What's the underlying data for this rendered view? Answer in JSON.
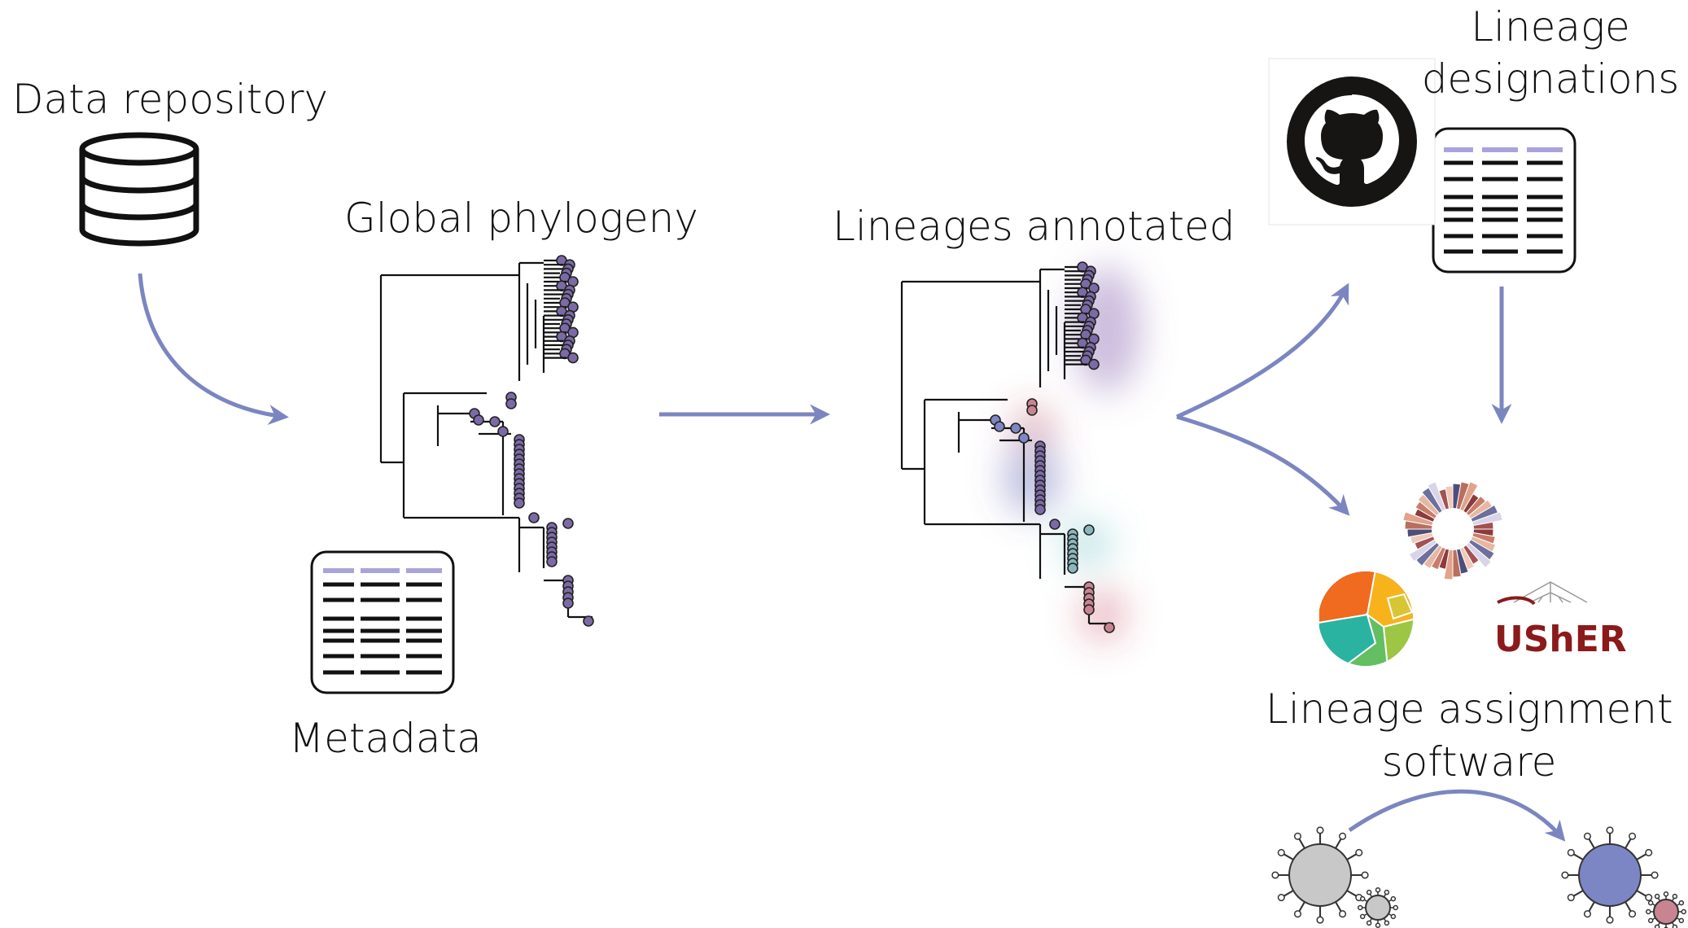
{
  "labels": {
    "data_repository": "Data repository",
    "global_phylogeny": "Global phylogeny",
    "metadata": "Metadata",
    "lineages_annotated": "Lineages annotated",
    "lineage_designations_line1": "Lineage",
    "lineage_designations_line2": "designations",
    "assignment_line1": "Lineage assignment",
    "assignment_line2": "software",
    "usher_logo": "UShER"
  },
  "colors": {
    "arrow": "#7b86c0",
    "header_bar": "#a9a3dd",
    "tip_purple": "#7c6aa6",
    "tip_blue": "#7f86c6",
    "tip_teal": "#8ab7bd",
    "tip_pink": "#c98492",
    "usher_red": "#8b1a1a",
    "virus_grey": "#c8c8c8",
    "virus_blue": "#7d86c4",
    "virus_pink": "#c98492"
  },
  "icons": [
    "database-icon",
    "table-icon",
    "github-icon",
    "virus-icon",
    "arrow-icon"
  ]
}
